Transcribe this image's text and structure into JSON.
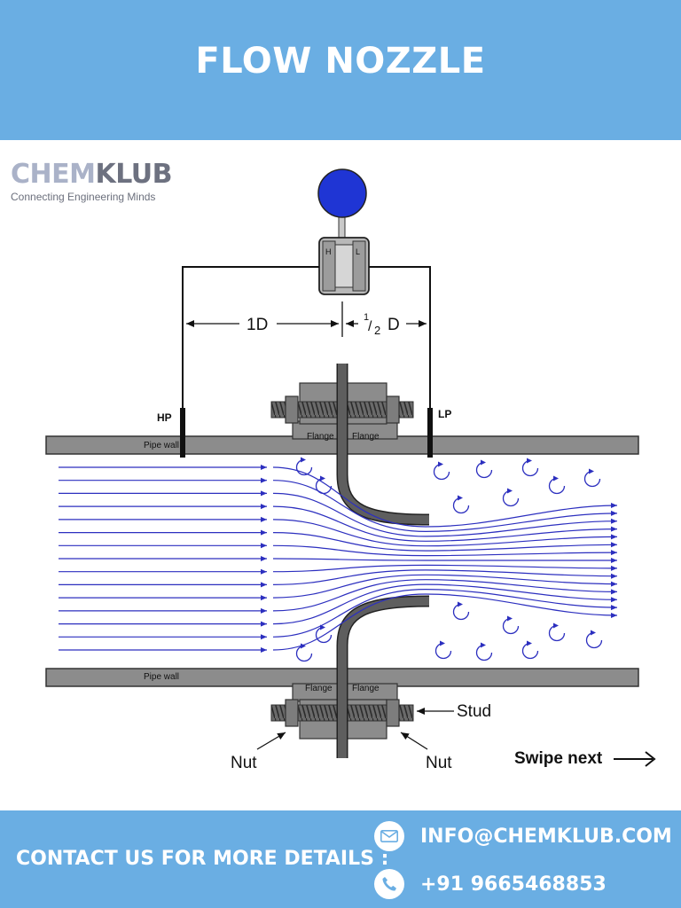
{
  "header": {
    "title": "FLOW NOZZLE"
  },
  "logo": {
    "part1": "CHEM",
    "part2": "KLUB",
    "tagline": "Connecting Engineering Minds"
  },
  "diagram": {
    "transmitter_high": "H",
    "transmitter_low": "L",
    "dim_upstream": "1D",
    "dim_downstream": "D",
    "dim_fraction_num": "1",
    "dim_fraction_den": "2",
    "tap_high": "HP",
    "tap_low": "LP",
    "pipe_wall_top": "Pipe wall",
    "pipe_wall_bottom": "Pipe wall",
    "flange_label": "Flange",
    "stud_label": "Stud",
    "nut_label": "Nut",
    "swipe": "Swipe next"
  },
  "colors": {
    "banner": "#6aaee3",
    "flow": "#2c2fbf",
    "pipe": "#8c8c8c",
    "gauge": "#1f35d4"
  },
  "footer": {
    "contact_label": "CONTACT US FOR MORE DETAILS :",
    "email": "INFO@CHEMKLUB.COM",
    "phone": "+91 9665468853",
    "email_icon": "mail-icon",
    "phone_icon": "phone-icon"
  }
}
